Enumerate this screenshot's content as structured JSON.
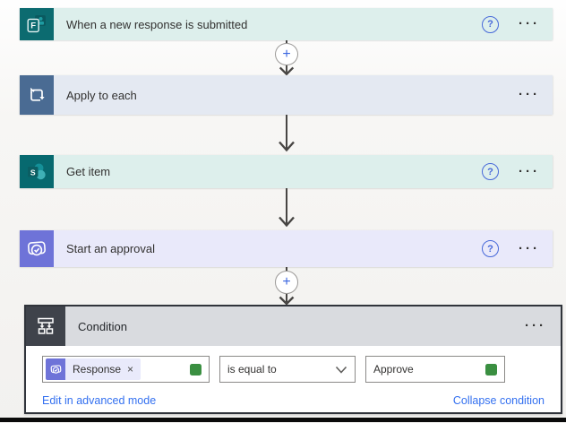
{
  "ui": {
    "help_glyph": "?",
    "ellipsis": "···",
    "plus_glyph": "+",
    "colors": {
      "forms_tile": "#0c6b70",
      "forms_bar": "#ddefec",
      "loop_tile": "#4a6b93",
      "loop_bar": "#e4e9f2",
      "sharepoint_tile": "#07696f",
      "sharepoint_bar": "#ddefec",
      "approvals_tile": "#6e73d8",
      "approvals_bar": "#e9e9fa",
      "condition_tile": "#3f434b",
      "condition_header": "#d9dbdf",
      "link_blue": "#3370f0",
      "value_indicator_green": "#3a8f41",
      "help_blue": "#4668d9"
    }
  },
  "flow": {
    "steps": [
      {
        "title": "When a new response is submitted",
        "icon": "microsoft-forms",
        "has_help": true
      },
      {
        "title": "Apply to each",
        "icon": "apply-to-each-loop",
        "has_help": false
      },
      {
        "title": "Get item",
        "icon": "sharepoint",
        "has_help": true
      },
      {
        "title": "Start an approval",
        "icon": "approvals",
        "has_help": true
      }
    ]
  },
  "condition": {
    "title": "Condition",
    "row": {
      "operand1": {
        "token_icon": "approvals",
        "token_label": "Response",
        "token_remove_glyph": "×"
      },
      "operator": {
        "selected": "is equal to"
      },
      "operand2": {
        "value": "Approve"
      }
    },
    "links": {
      "edit_advanced": "Edit in advanced mode",
      "collapse": "Collapse condition"
    }
  }
}
